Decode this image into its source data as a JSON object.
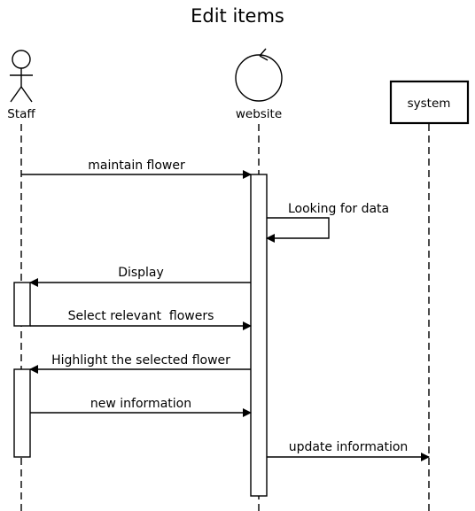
{
  "title": "Edit items",
  "participants": {
    "staff": "Staff",
    "website": "website",
    "system": "system"
  },
  "messages": [
    {
      "label": "maintain flower",
      "from": "Staff",
      "to": "website"
    },
    {
      "label": "Looking for data",
      "from": "website",
      "to": "website"
    },
    {
      "label": "Display",
      "from": "website",
      "to": "Staff"
    },
    {
      "label": "Select relevant  flowers",
      "from": "Staff",
      "to": "website"
    },
    {
      "label": "Highlight the selected flower",
      "from": "website",
      "to": "Staff"
    },
    {
      "label": "new information",
      "from": "Staff",
      "to": "website"
    },
    {
      "label": "update information",
      "from": "website",
      "to": "system"
    }
  ]
}
